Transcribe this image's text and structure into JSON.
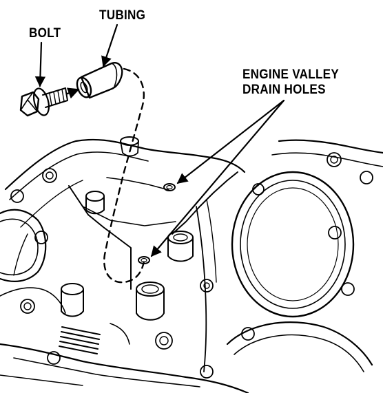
{
  "labels": {
    "bolt": "BOLT",
    "tubing": "TUBING",
    "drain_holes_line1": "ENGINE VALLEY",
    "drain_holes_line2": "DRAIN HOLES"
  },
  "colors": {
    "ink": "#000000",
    "paper": "#ffffff"
  }
}
